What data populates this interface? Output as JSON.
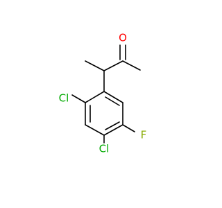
{
  "molecule": {
    "atoms": {
      "oxygen": {
        "label": "O",
        "color": "#ff0000"
      },
      "chlorine_top": {
        "label": "Cl",
        "color": "#00aa00"
      },
      "chlorine_bottom": {
        "label": "Cl",
        "color": "#00aa00"
      },
      "fluorine": {
        "label": "F",
        "color": "#88aa00"
      }
    },
    "bond_color": "#000000",
    "background": "#ffffff"
  }
}
